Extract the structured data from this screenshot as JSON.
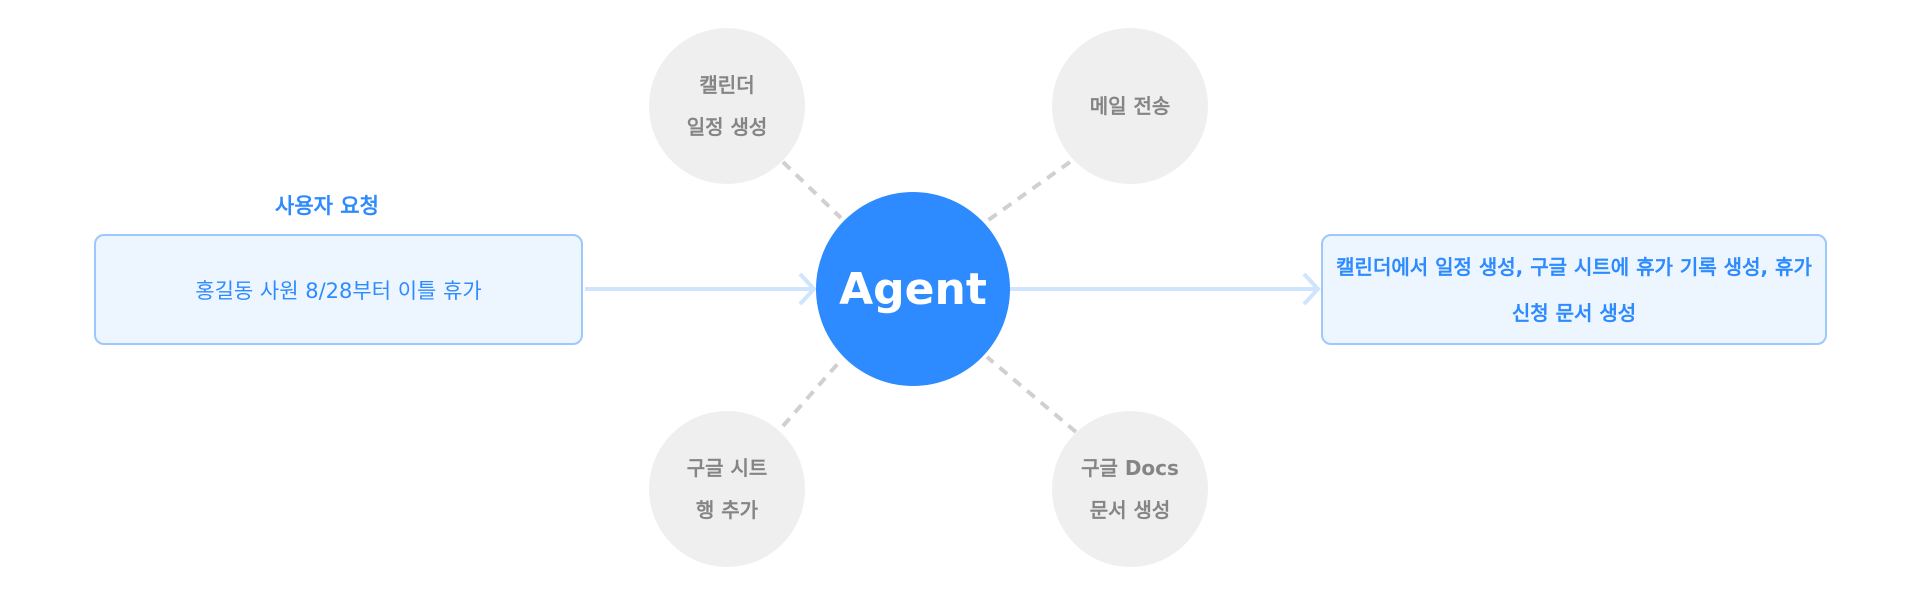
{
  "input": {
    "title": "사용자 요청",
    "text": "홍길동 사원 8/28부터 이틀 휴가"
  },
  "agent": {
    "label": "Agent"
  },
  "tools": [
    {
      "label": "캘린더\n일정 생성"
    },
    {
      "label": "메일 전송"
    },
    {
      "label": "구글 시트\n행 추가"
    },
    {
      "label": "구글 Docs\n문서 생성"
    }
  ],
  "output": {
    "text": "캘린더에서 일정 생성, 구글 시트에 휴가 기록 생성, 휴가 신청 문서 생성"
  },
  "colors": {
    "accent": "#2e8bff",
    "box_bg": "#edf5ff",
    "box_border": "#9cc8fb",
    "tool_bg": "#efefef",
    "tool_text": "#858585",
    "dash": "#d0d0d0",
    "arrow": "#cfe4fd"
  }
}
